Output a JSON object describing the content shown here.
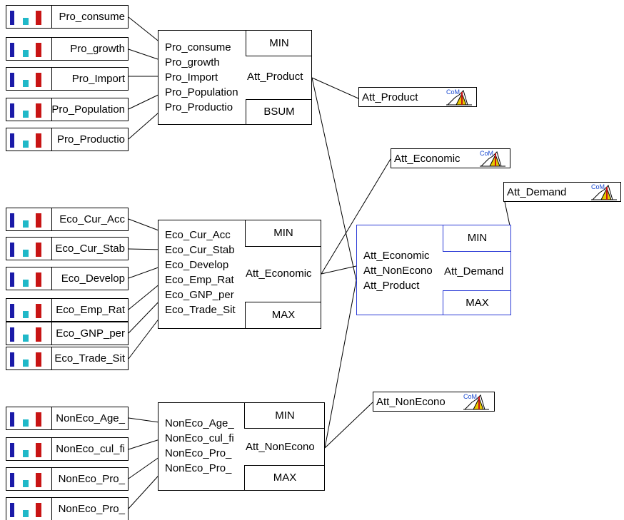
{
  "inputs": [
    "Pro_consume",
    "Pro_growth",
    "Pro_Import",
    "Pro_Population",
    "Pro_Productio",
    "Eco_Cur_Acc",
    "Eco_Cur_Stab",
    "Eco_Develop",
    "Eco_Emp_Rat",
    "Eco_GNP_per",
    "Eco_Trade_Sit",
    "NonEco_Age_",
    "NonEco_cul_fi",
    "NonEco_Pro_",
    "NonEco_Pro_"
  ],
  "rule_blocks": {
    "product": {
      "inputs": [
        "Pro_consume",
        "Pro_growth",
        "Pro_Import",
        "Pro_Population",
        "Pro_Productio"
      ],
      "output": "Att_Product",
      "op_top": "MIN",
      "op_bottom": "BSUM"
    },
    "economic": {
      "inputs": [
        "Eco_Cur_Acc",
        "Eco_Cur_Stab",
        "Eco_Develop",
        "Eco_Emp_Rat",
        "Eco_GNP_per",
        "Eco_Trade_Sit"
      ],
      "output": "Att_Economic",
      "op_top": "MIN",
      "op_bottom": "MAX"
    },
    "noneconomic": {
      "inputs": [
        "NonEco_Age_",
        "NonEco_cul_fi",
        "NonEco_Pro_",
        "NonEco_Pro_"
      ],
      "output": "Att_NonEcono",
      "op_top": "MIN",
      "op_bottom": "MAX"
    },
    "demand": {
      "inputs": [
        "Att_Economic",
        "Att_NonEcono",
        "Att_Product"
      ],
      "output": "Att_Demand",
      "op_top": "MIN",
      "op_bottom": "MAX"
    }
  },
  "outputs": {
    "product": "Att_Product",
    "economic": "Att_Economic",
    "demand": "Att_Demand",
    "noneconomic": "Att_NonEcono"
  },
  "icons": {
    "input": "bar-chart-icon",
    "output": "com-membership-icon",
    "com_label": "CoM"
  },
  "colors": {
    "bar1": "#1a1aa8",
    "bar2": "#20b8c8",
    "bar3": "#c81414",
    "highlight": "#2a3ad6",
    "com_text": "#1a4ad0",
    "com_yellow": "#e8c800"
  }
}
